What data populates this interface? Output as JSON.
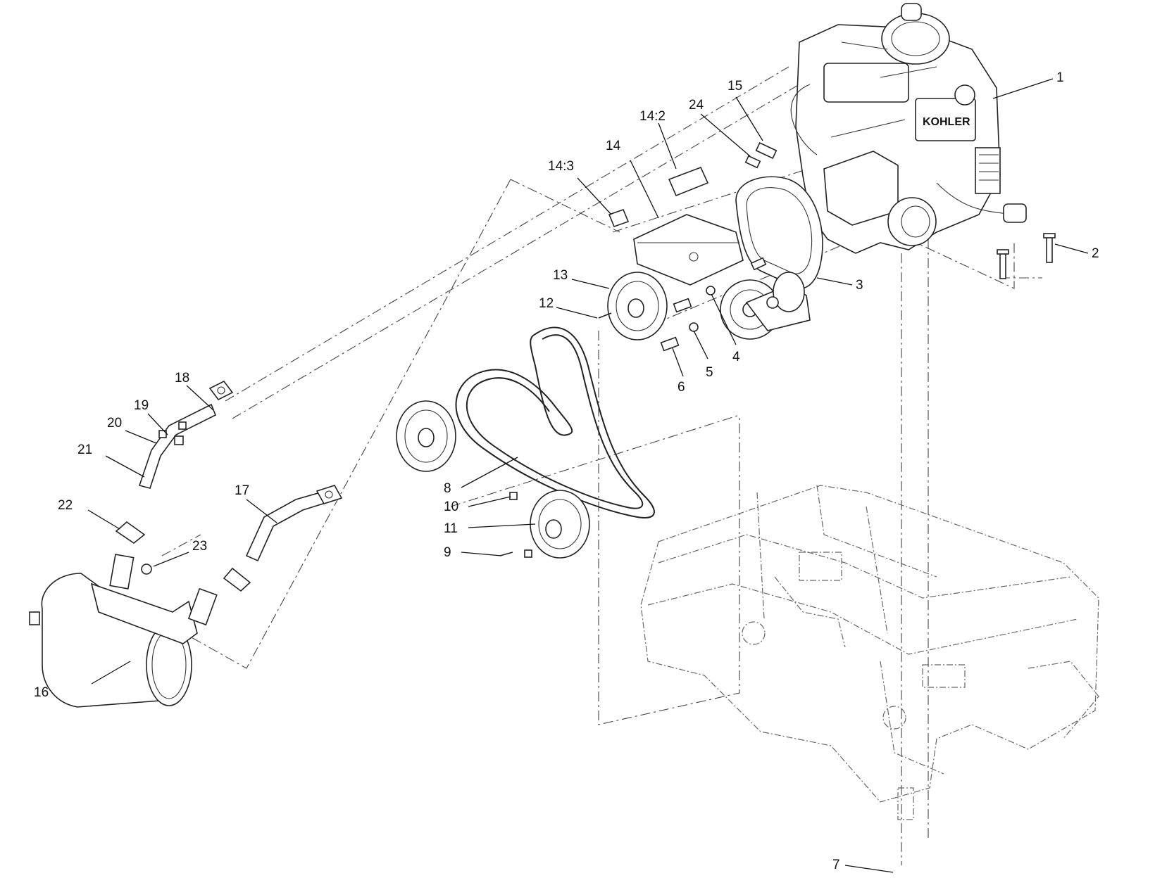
{
  "callouts": [
    {
      "id": "c1",
      "label": "1"
    },
    {
      "id": "c2",
      "label": "2"
    },
    {
      "id": "c3",
      "label": "3"
    },
    {
      "id": "c4",
      "label": "4"
    },
    {
      "id": "c5",
      "label": "5"
    },
    {
      "id": "c6",
      "label": "6"
    },
    {
      "id": "c7",
      "label": "7"
    },
    {
      "id": "c8",
      "label": "8"
    },
    {
      "id": "c9",
      "label": "9"
    },
    {
      "id": "c10",
      "label": "10"
    },
    {
      "id": "c11",
      "label": "11"
    },
    {
      "id": "c12",
      "label": "12"
    },
    {
      "id": "c13",
      "label": "13"
    },
    {
      "id": "c14",
      "label": "14"
    },
    {
      "id": "c14_2",
      "label": "14:2"
    },
    {
      "id": "c14_3",
      "label": "14:3"
    },
    {
      "id": "c15",
      "label": "15"
    },
    {
      "id": "c16",
      "label": "16"
    },
    {
      "id": "c17",
      "label": "17"
    },
    {
      "id": "c18",
      "label": "18"
    },
    {
      "id": "c19",
      "label": "19"
    },
    {
      "id": "c20",
      "label": "20"
    },
    {
      "id": "c21",
      "label": "21"
    },
    {
      "id": "c22",
      "label": "22"
    },
    {
      "id": "c23",
      "label": "23"
    },
    {
      "id": "c24",
      "label": "24"
    }
  ],
  "engine_logo": "KOHLER"
}
